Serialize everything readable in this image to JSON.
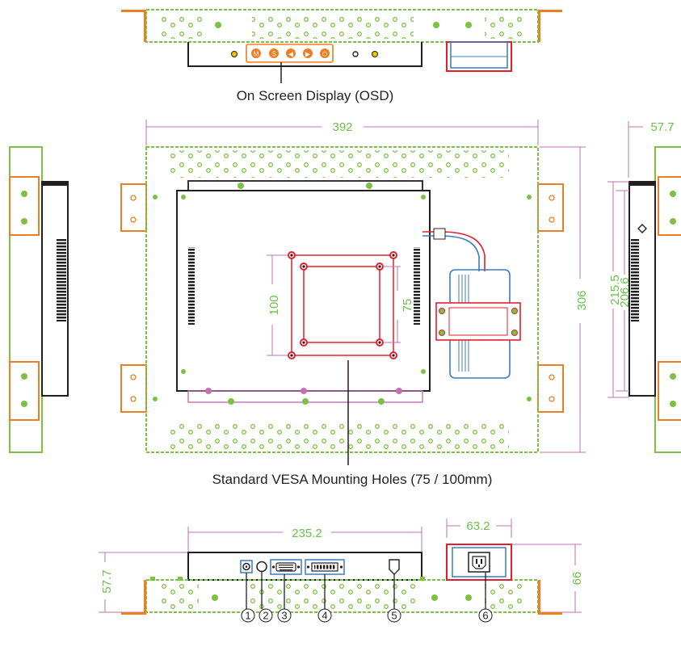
{
  "captions": {
    "osd": "On Screen Display (OSD)",
    "vesa": "Standard VESA Mounting Holes (75 / 100mm)"
  },
  "dimensions": {
    "front_width": "392",
    "front_height": "306",
    "vesa_inner": "75",
    "vesa_outer": "100",
    "side_depth": "57.7",
    "side_height_outer": "215.5",
    "side_height_inner": "206.6",
    "bottom_width": "235.2",
    "bottom_depth": "57.7",
    "psu_width": "63.2",
    "psu_height": "66"
  },
  "osd_buttons": [
    "M",
    "S",
    "◀",
    "▶",
    "⏻"
  ],
  "connectors": [
    {
      "number": "1"
    },
    {
      "number": "2"
    },
    {
      "number": "3"
    },
    {
      "number": "4"
    },
    {
      "number": "5"
    },
    {
      "number": "6"
    }
  ],
  "colors": {
    "frame": "#7dc142",
    "dimension": "#6cc04a",
    "bracket": "#ef7d22",
    "extent": "#c271b4",
    "vesa": "#e2202c",
    "psu": "#3a7cc2",
    "outline": "#231f20"
  }
}
